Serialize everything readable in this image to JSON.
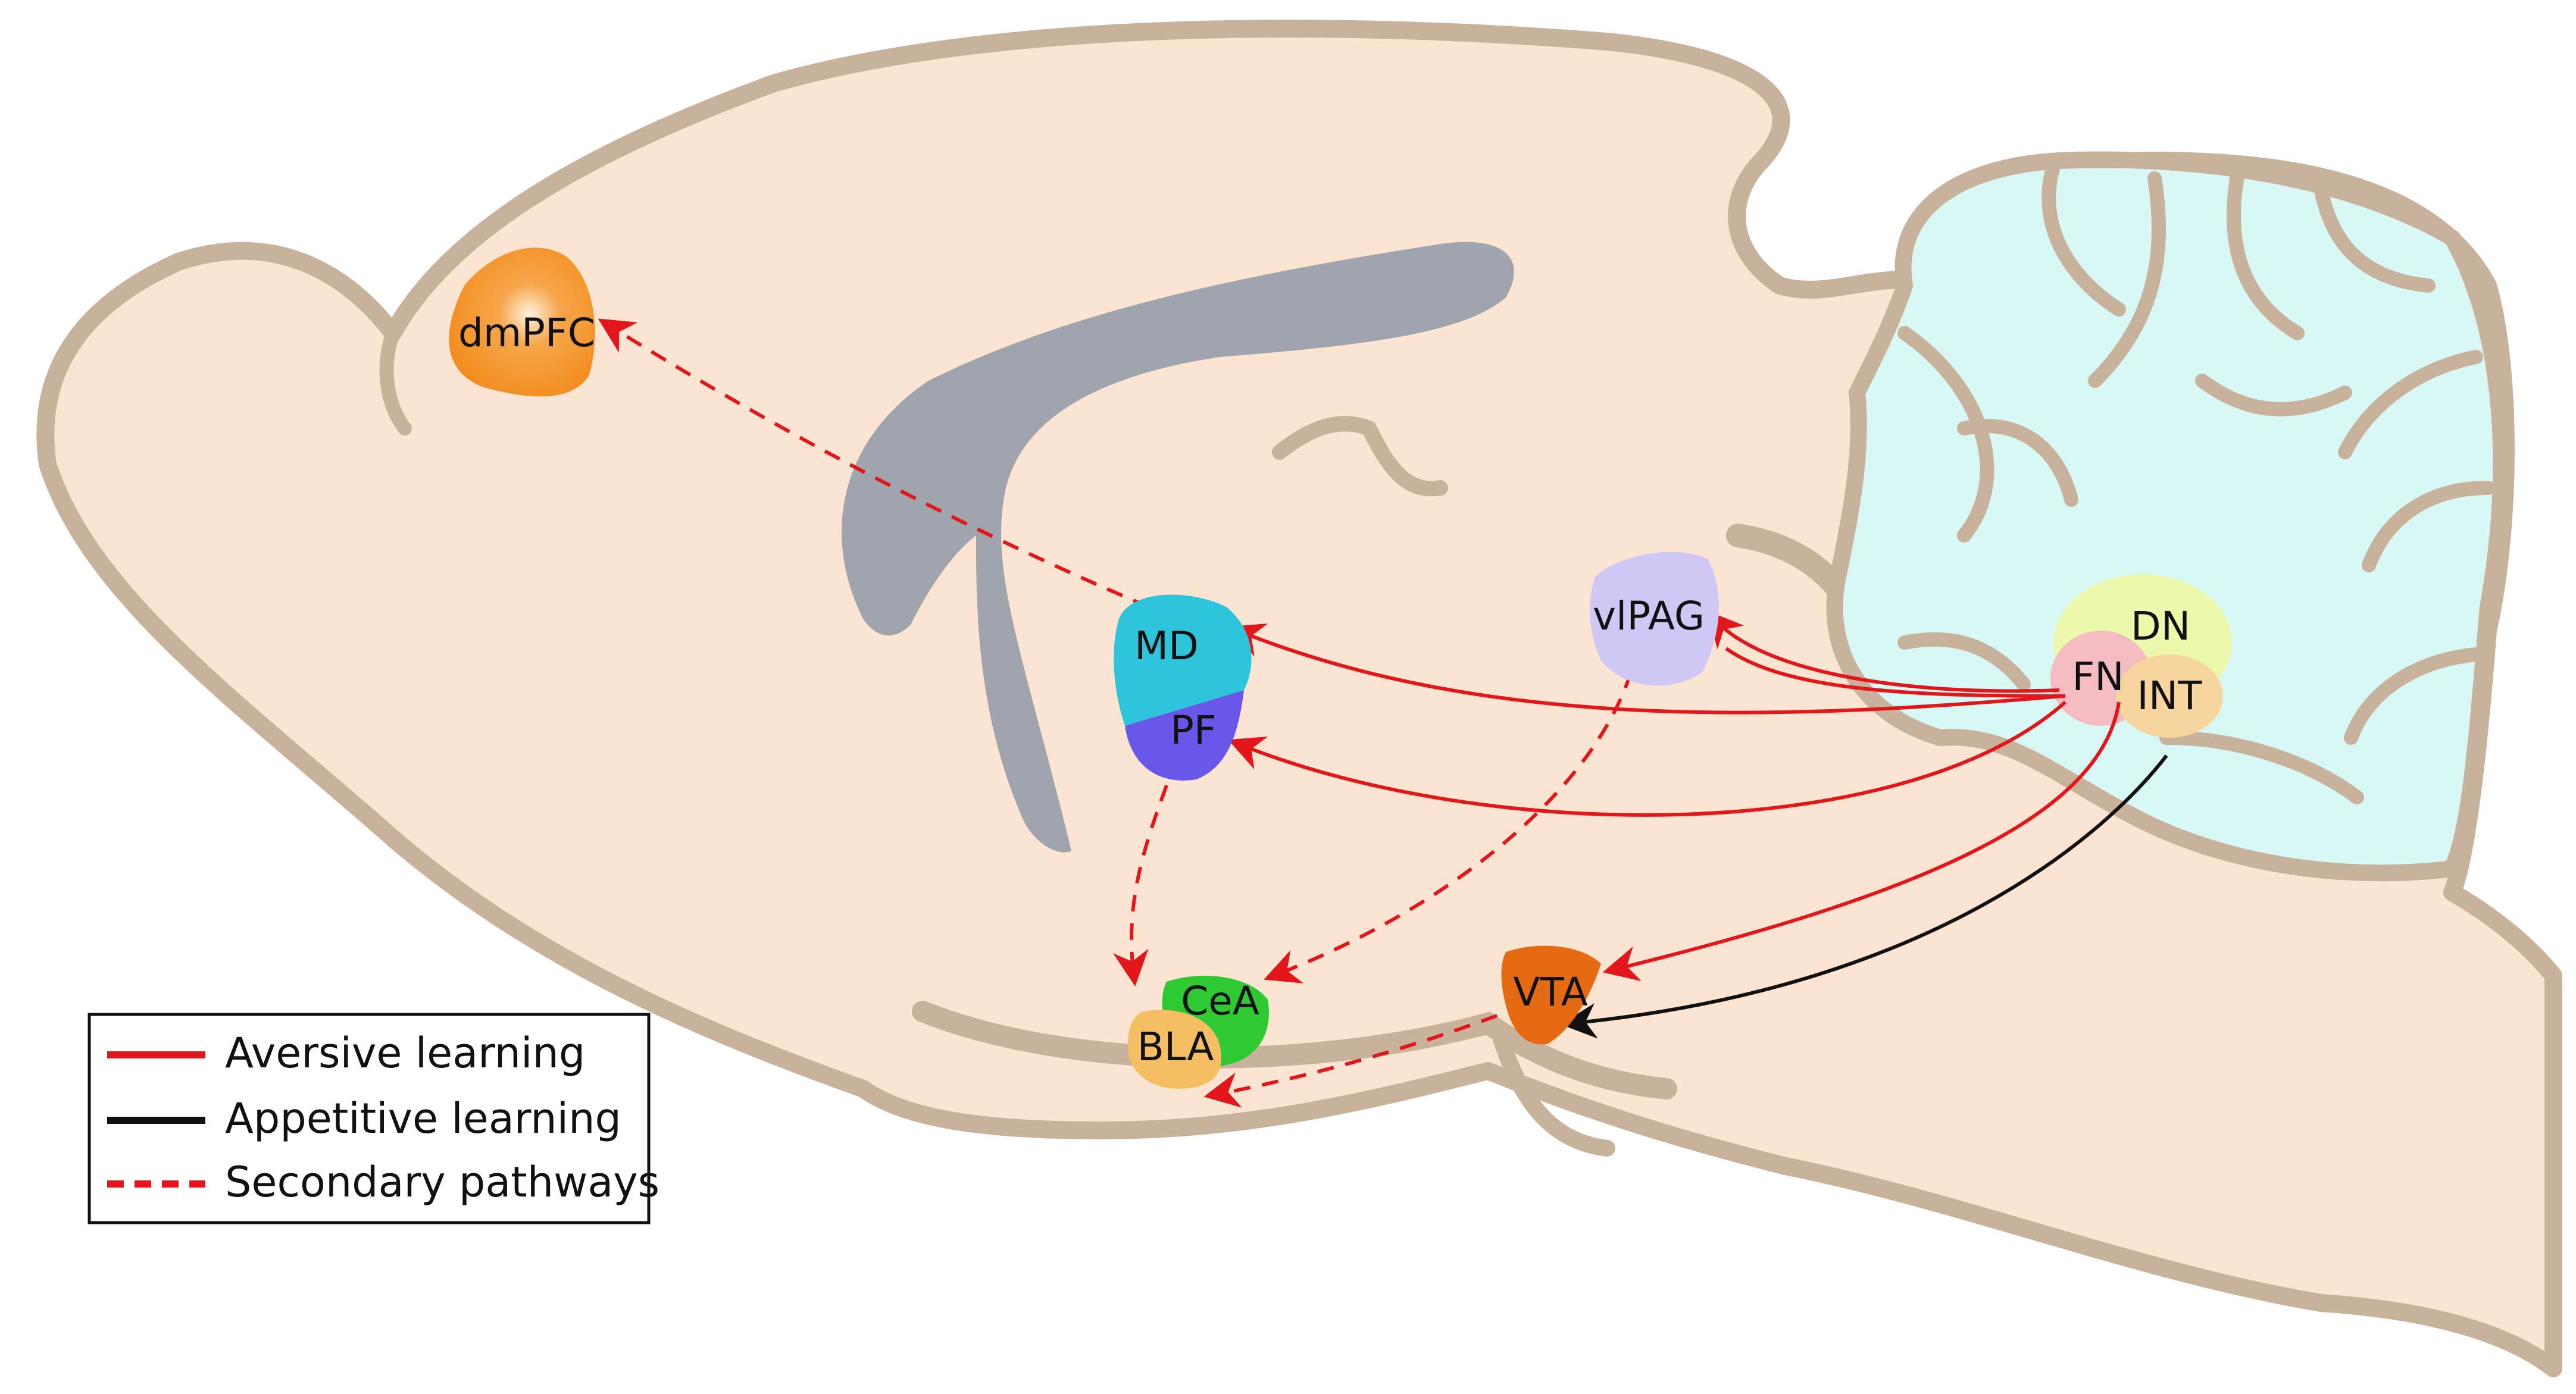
{
  "regions": {
    "dmpfc": "dmPFC",
    "md": "MD",
    "pf": "PF",
    "vlpag": "vlPAG",
    "dn": "DN",
    "fn": "FN",
    "int": "INT",
    "vta": "VTA",
    "cea": "CeA",
    "bla": "BLA"
  },
  "legend": {
    "aversive": "Aversive learning",
    "appetitive": "Appetitive learning",
    "secondary": "Secondary pathways"
  },
  "colors": {
    "brain_fill": "#fbe5d2",
    "brain_outline": "#c9b29b",
    "ventricle": "#a0a4ad",
    "cerebellum": "#d7f8f4",
    "aversive": "#e3161b",
    "appetitive": "#111111",
    "dmpfc": "#f28c1e",
    "md": "#2ec4dc",
    "pf": "#6957ea",
    "vlpag": "#cfc8f4",
    "dn": "#eef7a3",
    "fn": "#f4bcc0",
    "int": "#f7d59e",
    "vta": "#e66a12",
    "cea": "#2fc931",
    "bla": "#f5be62"
  }
}
